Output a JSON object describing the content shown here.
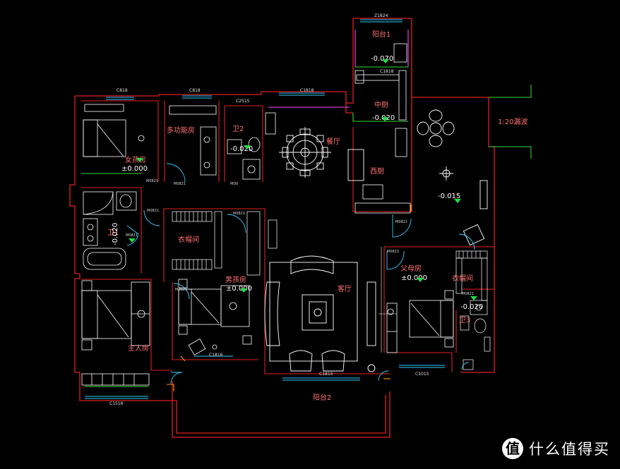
{
  "rooms": {
    "balcony1": "阳台1",
    "kitchen": "中厨",
    "western_kitchen": "西厨",
    "dining": "餐厅",
    "daughter_room": "女孩房",
    "multi_room": "多功能房",
    "bath2": "卫2",
    "bath1": "卫1",
    "closet1": "衣帽间",
    "master": "主人房",
    "boy_room": "男孩房",
    "living": "客厅",
    "parents_room": "父母房",
    "closet2": "衣帽间",
    "bath3": "卫3",
    "balcony2": "阳台2",
    "slope": "1:20漏波"
  },
  "levels": {
    "balcony1": "-0.070",
    "kitchen": "-0.020",
    "daughter": "±0.000",
    "bath2": "-0.020",
    "bath1": "-0.020",
    "boy": "±0.000",
    "east": "-0.015",
    "parents": "±0.000",
    "bath3": "-0.020"
  },
  "dims": [
    "C818",
    "C818",
    "C1818",
    "Z1824",
    "C1815",
    "C1015",
    "C1516",
    "C1816",
    "C2515",
    "C1818"
  ],
  "tags": [
    "M0821",
    "M0821",
    "M0821",
    "M0821",
    "M0821",
    "M0821",
    "M0821",
    "M0821",
    "M0821",
    "MD0"
  ],
  "watermark": {
    "logo": "值",
    "text": "什么值得买"
  },
  "colors": {
    "wall": "#e02020",
    "furniture": "#ffffff",
    "window": "#33ccff",
    "level_marker": "#22dd44",
    "label": "#ff7070",
    "magenta": "#ff44ff",
    "green": "#33dd33"
  }
}
